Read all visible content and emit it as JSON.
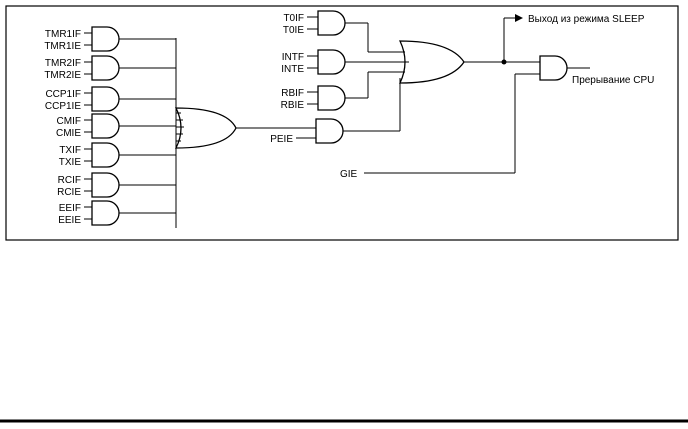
{
  "group_left": [
    {
      "a": "TMR1IF",
      "b": "TMR1IE"
    },
    {
      "a": "TMR2IF",
      "b": "TMR2IE"
    },
    {
      "a": "CCP1IF",
      "b": "CCP1IE"
    },
    {
      "a": "CMIF",
      "b": "CMIE"
    },
    {
      "a": "TXIF",
      "b": "TXIE"
    },
    {
      "a": "RCIF",
      "b": "RCIE"
    },
    {
      "a": "EEIF",
      "b": "EEIE"
    }
  ],
  "group_right": [
    {
      "a": "T0IF",
      "b": "T0IE"
    },
    {
      "a": "INTF",
      "b": "INTE"
    },
    {
      "a": "RBIF",
      "b": "RBIE"
    }
  ],
  "peie_label": "PEIE",
  "gie_label": "GIE",
  "wakeup_label": "Выход из режима SLEEP",
  "cpu_interrupt_label": "Прерывание CPU"
}
